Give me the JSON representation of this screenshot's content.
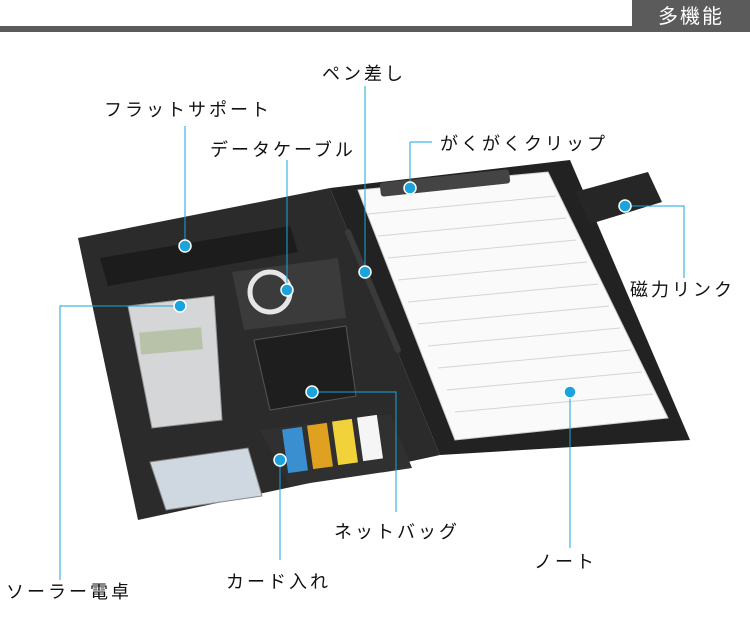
{
  "header": {
    "tab_label": "多機能"
  },
  "labels": {
    "pen_holder": "ペン差し",
    "flat_support": "フラットサポート",
    "data_cable": "データケーブル",
    "clip": "がくがくクリップ",
    "magnetic_link": "磁力リンク",
    "solar_calculator": "ソーラー電卓",
    "card_slot": "カード入れ",
    "net_bag": "ネットバッグ",
    "notebook": "ノート"
  },
  "colors": {
    "accent": "#1aa3dd",
    "header": "#5b5b5b",
    "folio": "#2c2c2c"
  }
}
